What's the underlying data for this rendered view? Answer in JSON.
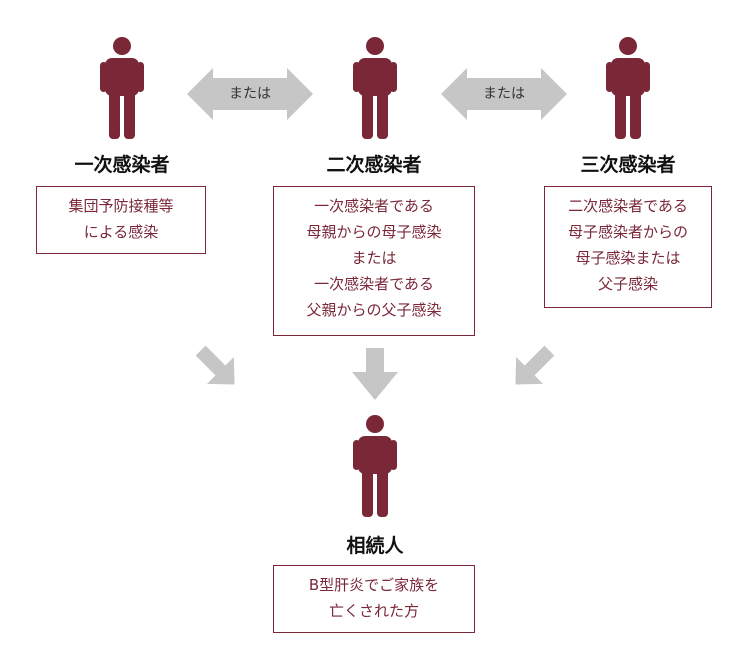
{
  "connectors": {
    "or_label": "または"
  },
  "people": [
    {
      "title": "一次感染者",
      "desc": [
        "集団予防接種等",
        "による感染"
      ]
    },
    {
      "title": "二次感染者",
      "desc": [
        "一次感染者である",
        "母親からの母子感染",
        "または",
        "一次感染者である",
        "父親からの父子感染"
      ]
    },
    {
      "title": "三次感染者",
      "desc": [
        "二次感染者である",
        "母子感染者からの",
        "母子感染または",
        "父子感染"
      ]
    }
  ],
  "heir": {
    "title": "相続人",
    "desc": [
      "B型肝炎でご家族を",
      "亡くされた方"
    ]
  },
  "colors": {
    "figure": "#7a2838",
    "arrow": "#c6c6c6",
    "box_border": "#7a2838"
  }
}
